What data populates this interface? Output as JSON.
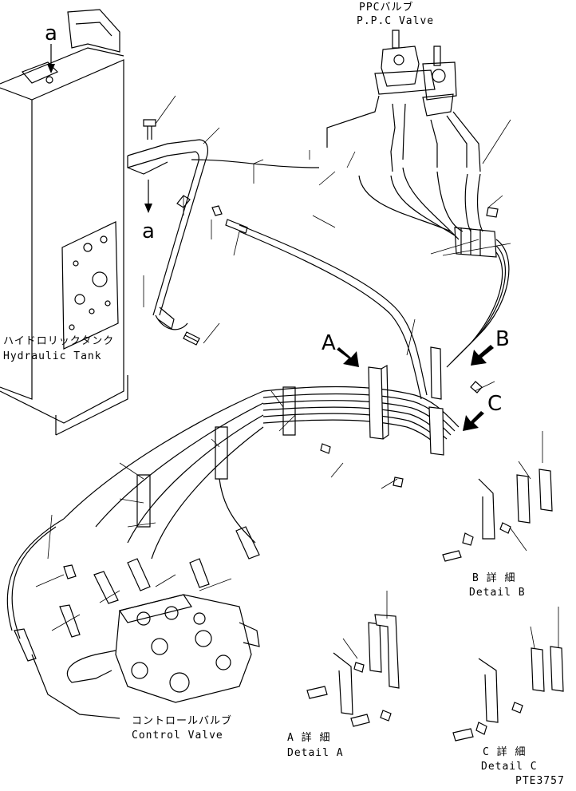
{
  "labels": {
    "ppc_jp": "PPCバルブ",
    "ppc_en": "P.P.C  Valve",
    "tank_jp": "ハイドロリックタンク",
    "tank_en": "Hydraulic Tank",
    "cv_jp": "コントロールバルブ",
    "cv_en": "Control Valve",
    "view_a_top": "a",
    "view_a_bottom": "a",
    "arrow_a": "A",
    "arrow_b": "B",
    "arrow_c": "C",
    "detail_a_jp": "A 詳 細",
    "detail_a_en": "Detail A",
    "detail_b_jp": "B 詳 細",
    "detail_b_en": "Detail B",
    "detail_c_jp": "C 詳 細",
    "detail_c_en": "Detail C",
    "drawing_no": "PTE3757"
  }
}
